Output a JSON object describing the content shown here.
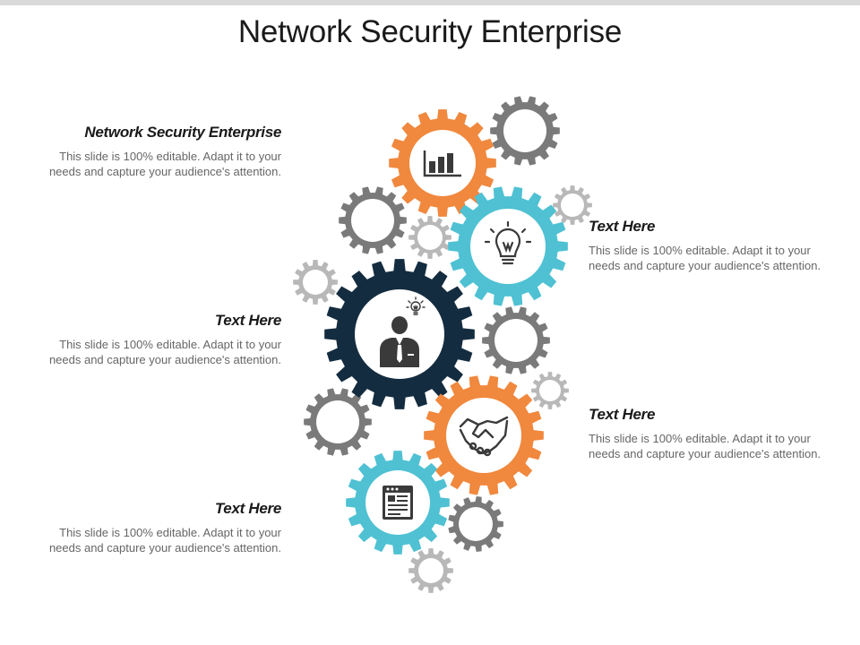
{
  "title": "Network Security Enterprise",
  "blocks": [
    {
      "heading": "Network Security Enterprise",
      "body": "This slide is 100% editable. Adapt it to your needs and capture your audience's attention."
    },
    {
      "heading": "Text Here",
      "body": "This slide is 100% editable. Adapt it to your needs and capture your audience's attention."
    },
    {
      "heading": "Text Here",
      "body": "This slide is 100% editable. Adapt it to your needs and capture your audience's attention."
    },
    {
      "heading": "Text Here",
      "body": "This slide is 100% editable. Adapt it to your needs and capture your audience's attention."
    },
    {
      "heading": "Text Here",
      "body": "This slide is 100% editable. Adapt it to your needs and capture your audience's attention."
    }
  ],
  "colors": {
    "orange": "#f0883e",
    "teal": "#4fc1d3",
    "navy": "#142c3f",
    "gray": "#7a7a7a",
    "light_gray": "#b8b8b8"
  },
  "icons": [
    "bar-chart-icon",
    "lightbulb-icon",
    "businessman-icon",
    "handshake-icon",
    "browser-window-icon"
  ]
}
